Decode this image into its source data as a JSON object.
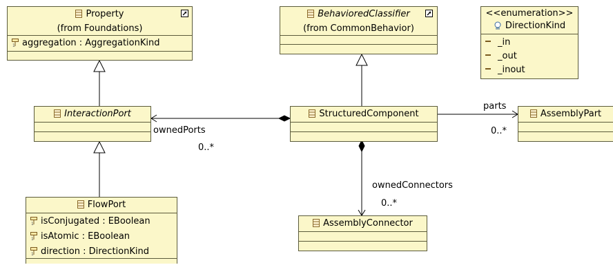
{
  "classes": {
    "property": {
      "name": "Property",
      "source": "(from Foundations)",
      "attributes": [
        "aggregation : AggregationKind"
      ]
    },
    "behaviored_classifier": {
      "name": "BehavioredClassifier",
      "source": "(from CommonBehavior)"
    },
    "direction_kind": {
      "stereotype": "<<enumeration>>",
      "name": "DirectionKind",
      "literals": [
        "_in",
        "_out",
        "_inout"
      ]
    },
    "interaction_port": {
      "name": "InteractionPort"
    },
    "structured_component": {
      "name": "StructuredComponent"
    },
    "assembly_part": {
      "name": "AssemblyPart"
    },
    "flow_port": {
      "name": "FlowPort",
      "attributes": [
        "isConjugated : EBoolean",
        "isAtomic : EBoolean",
        "direction : DirectionKind"
      ]
    },
    "assembly_connector": {
      "name": "AssemblyConnector"
    }
  },
  "associations": {
    "owned_ports": {
      "role": "ownedPorts",
      "multiplicity": "0..*"
    },
    "parts": {
      "role": "parts",
      "multiplicity": "0..*"
    },
    "owned_connectors": {
      "role": "ownedConnectors",
      "multiplicity": "0..*"
    }
  },
  "colors": {
    "class_fill": "#fbf7c9",
    "class_border": "#5a5a3a",
    "edge": "#000000"
  }
}
